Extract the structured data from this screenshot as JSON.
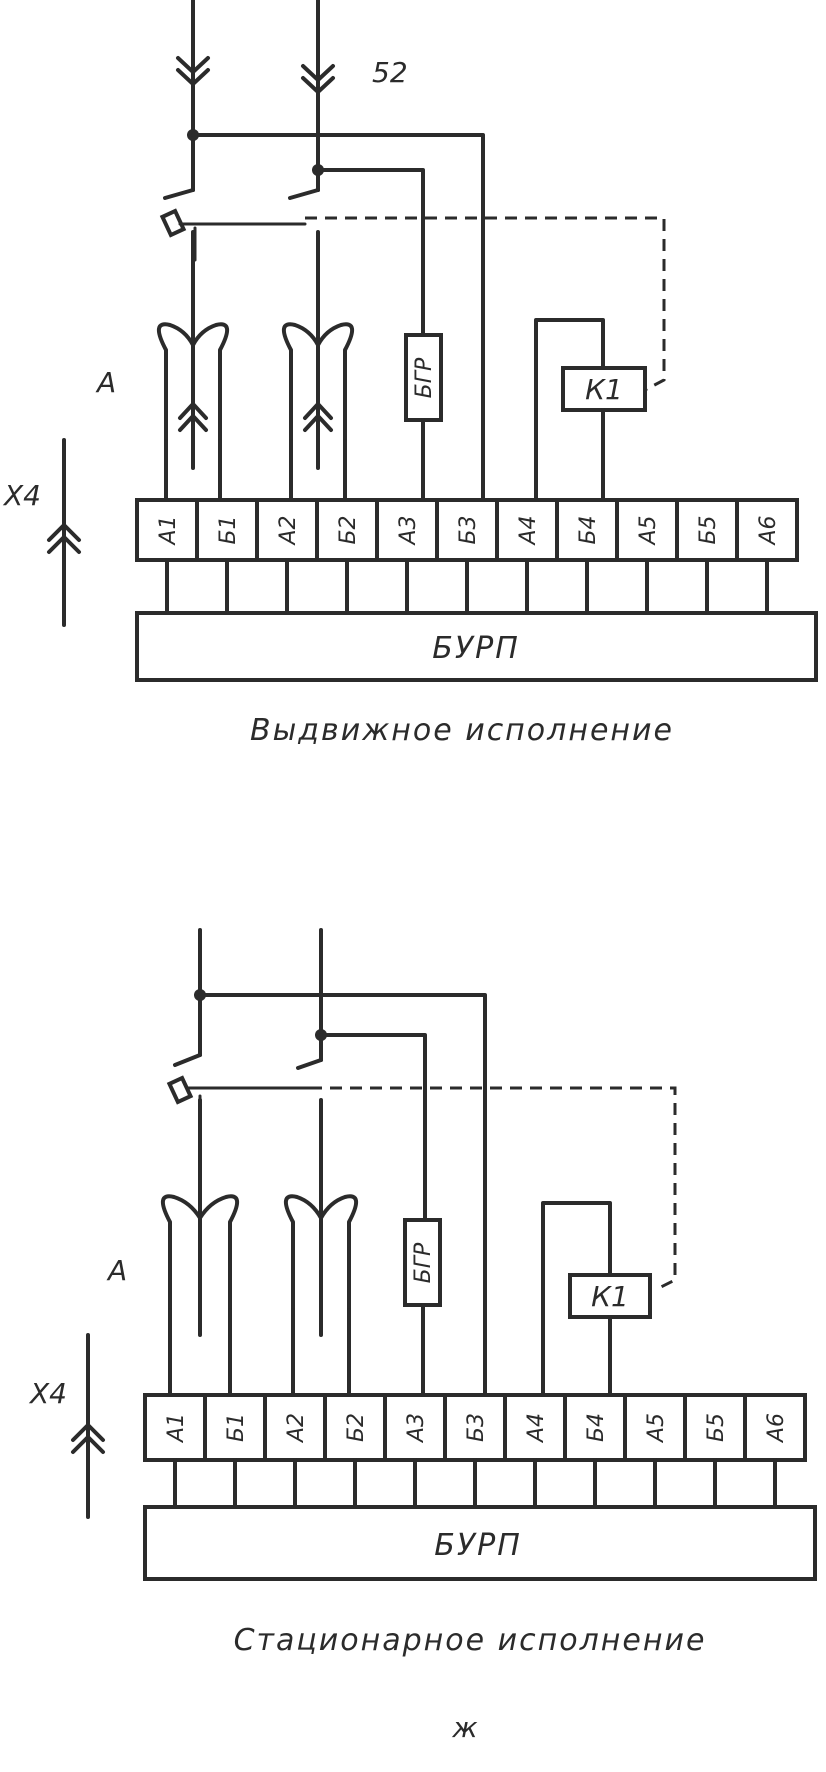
{
  "top_diagram": {
    "input_label": "52",
    "transformer_label": "A",
    "connector_label": "X4",
    "bgr_label": "БГР",
    "relay_label": "К1",
    "terminals": [
      "А1",
      "Б1",
      "А2",
      "Б2",
      "А3",
      "Б3",
      "А4",
      "Б4",
      "А5",
      "Б5",
      "А6"
    ],
    "block_label": "БУРП",
    "caption": "Выдвижное исполнение"
  },
  "bottom_diagram": {
    "transformer_label": "A",
    "connector_label": "X4",
    "bgr_label": "БГР",
    "relay_label": "К1",
    "terminals": [
      "А1",
      "Б1",
      "А2",
      "Б2",
      "А3",
      "Б3",
      "А4",
      "Б4",
      "А5",
      "Б5",
      "А6"
    ],
    "block_label": "БУРП",
    "caption": "Стационарное исполнение"
  },
  "figure_letter": "ж"
}
